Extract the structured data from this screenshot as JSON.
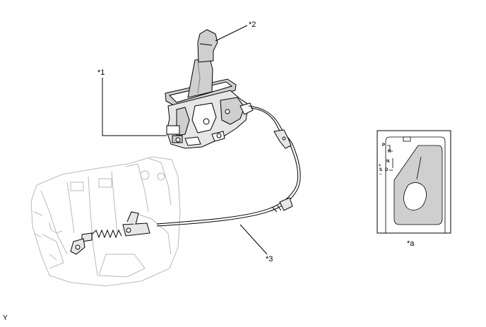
{
  "callouts": {
    "c1": "*1",
    "c2": "*2",
    "c3": "*3",
    "ca": "*a"
  },
  "gate_positions": {
    "p": "P",
    "r": "R",
    "n": "N",
    "d": "D",
    "s": "S",
    "plus": "+",
    "minus": "–"
  },
  "corner_code": "Y",
  "colors": {
    "line": "#000000",
    "shade": "#cfcfcf",
    "light": "#e6e6e6",
    "ghost": "#b9b9b9"
  }
}
